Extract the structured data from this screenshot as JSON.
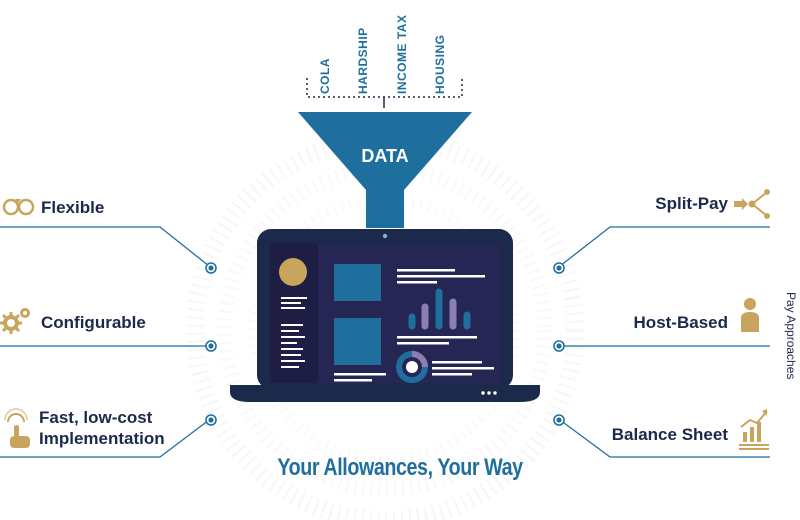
{
  "funnel": {
    "label": "DATA",
    "inputs": [
      "COLA",
      "HARDSHIP",
      "INCOME TAX",
      "HOUSING"
    ]
  },
  "features": [
    {
      "label": "Flexible",
      "icon": "cycle-arrows-icon"
    },
    {
      "label": "Configurable",
      "icon": "gears-icon"
    },
    {
      "label_line1": "Fast, low-cost",
      "label_line2": "Implementation",
      "icon": "tap-hand-icon"
    }
  ],
  "pay_approaches": {
    "title": "Pay Approaches",
    "items": [
      {
        "label": "Split-Pay",
        "icon": "split-arrows-icon"
      },
      {
        "label": "Host-Based",
        "icon": "person-icon"
      },
      {
        "label": "Balance Sheet",
        "icon": "bar-chart-growth-icon"
      }
    ]
  },
  "tagline": "Your Allowances, Your Way",
  "colors": {
    "navy": "#1b2a4a",
    "teal": "#1f6f9e",
    "gold": "#c9a45c",
    "screen": "#2a2a5e"
  }
}
